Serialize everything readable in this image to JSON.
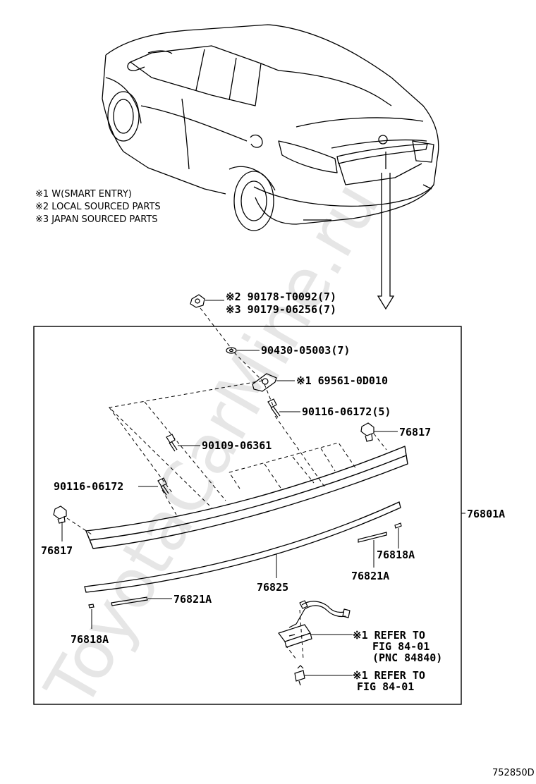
{
  "watermark": "ToyotaCarMine.ru",
  "notes": [
    "※1 W(SMART ENTRY)",
    "※2 LOCAL SOURCED PARTS",
    "※3 JAPAN SOURCED PARTS"
  ],
  "parts": {
    "nut_local": "※2 90178-T0092(7)",
    "nut_japan": "※3 90179-06256(7)",
    "washer": "90430-05003(7)",
    "switch": "※1 69561-0D010",
    "screw_5": "90116-06172(5)",
    "clip_right": "76817",
    "screw_b": "90109-06361",
    "screw_a": "90116-06172",
    "clip_left": "76817",
    "assembly": "76801A",
    "tape_right_small": "76818A",
    "tape_right": "76821A",
    "molding": "76825",
    "tape_left": "76821A",
    "tape_left_small": "76818A",
    "lamp_ref_1": "※1 REFER TO",
    "lamp_ref_2": "FIG 84-01",
    "lamp_ref_3": "(PNC 84840)",
    "bulb_ref_1": "※1 REFER TO",
    "bulb_ref_2": "FIG 84-01"
  },
  "diagram_code": "752850D"
}
